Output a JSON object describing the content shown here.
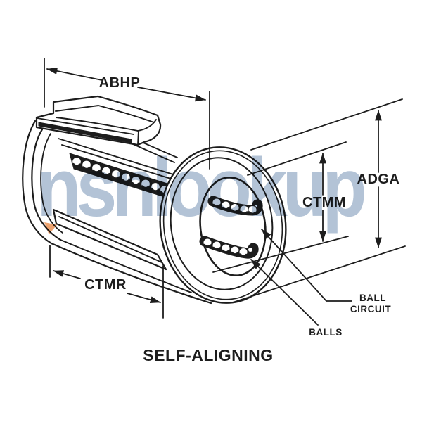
{
  "caption": "SELF-ALIGNING",
  "watermark": {
    "text": "nsnlookup"
  },
  "dimensions": {
    "abhp": "ABHP",
    "ctmr": "CTMR",
    "ctmm": "CTMM",
    "adga": "ADGA"
  },
  "callouts": {
    "ball_circuit_line1": "BALL",
    "ball_circuit_line2": "CIRCUIT",
    "balls": "BALLS"
  },
  "colors": {
    "ink": "#1d1d1d",
    "watermark": "#b3c3d6",
    "watermark_accent": "#eda26e",
    "background": "#ffffff"
  }
}
